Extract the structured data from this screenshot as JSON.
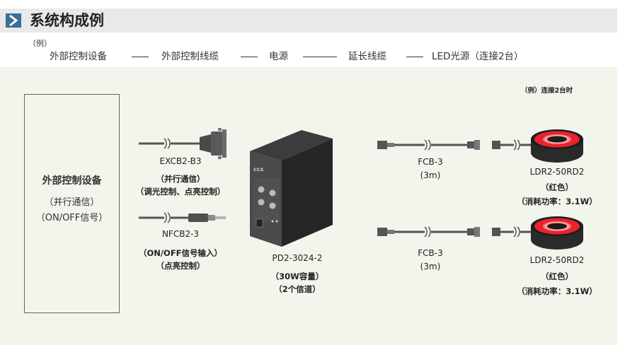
{
  "header": {
    "title": "系统构成例"
  },
  "example_label": "（例）",
  "chain": [
    "外部控制设备",
    "外部控制线缆",
    "电源",
    "延长线缆",
    "LED光源（连接2台）"
  ],
  "device_box": {
    "title": "外部控制设备",
    "line1": "（并行通信）",
    "line2": "（ON/OFF信号）"
  },
  "cable1": {
    "model": "EXCB2-B3",
    "desc1": "（并行通信）",
    "desc2": "（调光控制、点亮控制）"
  },
  "cable2": {
    "model": "NFCB2-3",
    "desc1": "（ON/OFF信号输入）",
    "desc2": "（点亮控制）"
  },
  "power": {
    "model": "PD2-3024-2",
    "spec1": "（30W容量）",
    "spec2": "（2个信道）",
    "brand": "CCS"
  },
  "ext1": {
    "model": "FCB-3",
    "length": "(3m)"
  },
  "ext2": {
    "model": "FCB-3",
    "length": "(3m)"
  },
  "light1": {
    "model": "LDR2-50RD2",
    "color": "（红色）",
    "power": "（消耗功率：3.1W）"
  },
  "light2": {
    "model": "LDR2-50RD2",
    "color": "（红色）",
    "power": "（消耗功率：3.1W）"
  },
  "note": "（例）连接2台时",
  "colors": {
    "header_bg": "#e9e9e9",
    "panel_bg": "#f1f5ec",
    "accent": "#3a6f98",
    "led_red": "#e8222e"
  }
}
